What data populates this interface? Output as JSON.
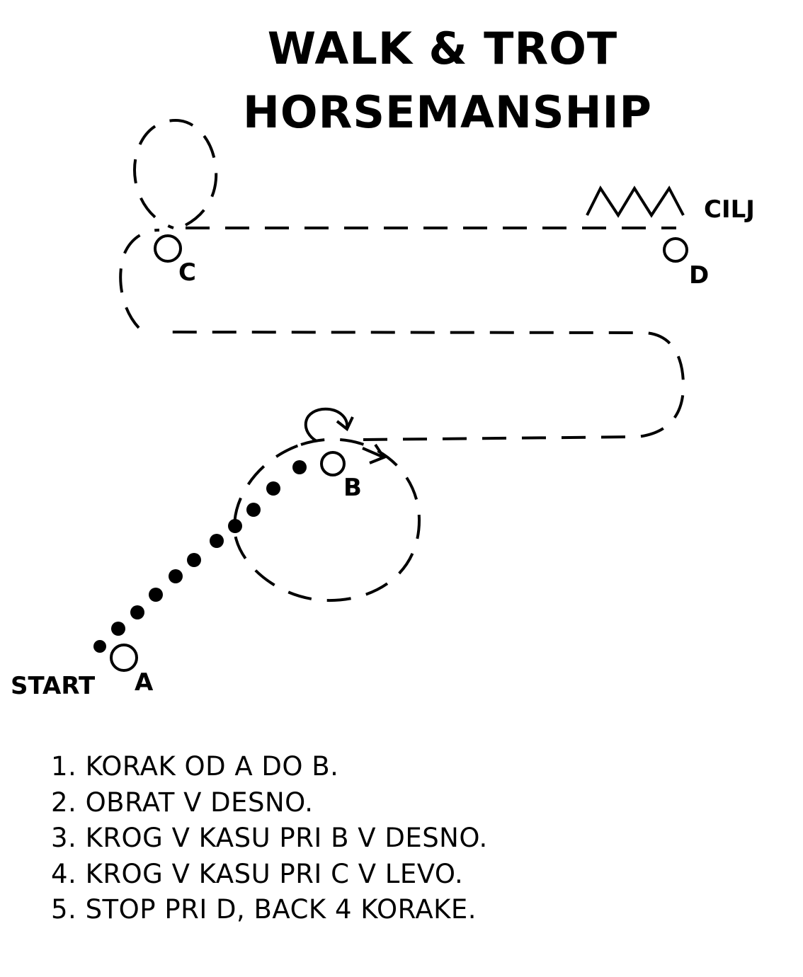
{
  "title": {
    "line1": "WALK & TROT",
    "line2": "HORSEMANSHIP"
  },
  "markers": {
    "a": "A",
    "b": "B",
    "c": "C",
    "d": "D"
  },
  "labels": {
    "start": "START",
    "finish": "CILJ"
  },
  "instructions": [
    "1. KORAK OD A DO B.",
    "2. OBRAT V DESNO.",
    "3. KROG V KASU PRI B V DESNO.",
    "4. KROG V KASU PRI C V LEVO.",
    "5. STOP PRI D, BACK 4 KORAKE."
  ]
}
